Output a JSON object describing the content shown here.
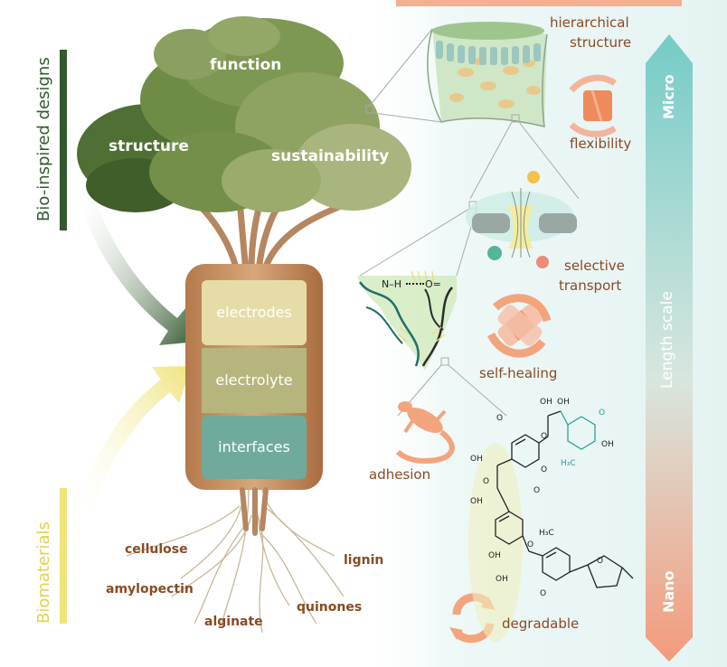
{
  "tree": {
    "canopy_labels": [
      "function",
      "structure",
      "sustainability"
    ]
  },
  "trunk_box": {
    "layers": [
      {
        "label": "electrodes",
        "color": "#e6dca8"
      },
      {
        "label": "electrolyte",
        "color": "#b6b57e"
      },
      {
        "label": "interfaces",
        "color": "#6faa9d"
      }
    ]
  },
  "side_labels": {
    "top": "Bio-inspired designs",
    "bottom": "Biomaterials"
  },
  "roots": [
    "cellulose",
    "amylopectin",
    "alginate",
    "quinones",
    "lignin"
  ],
  "properties": {
    "hierarchical": [
      "hierarchical",
      "structure"
    ],
    "flexibility": "flexibility",
    "selective": [
      "selective",
      "transport"
    ],
    "self_healing": "self-healing",
    "adhesion": "adhesion",
    "degradable": "degradable"
  },
  "hbond": {
    "left": "N–H",
    "right": "O="
  },
  "chem": {
    "oh": "OH",
    "o": "O",
    "h3c": "H₃C"
  },
  "length_scale": {
    "title": "Length scale",
    "top": "Micro",
    "bottom": "Nano"
  },
  "colors": {
    "brown": "#8a4a22",
    "tree_green": "#6f8c46",
    "teal": "#6fc6c2",
    "salmon": "#f4a081"
  }
}
